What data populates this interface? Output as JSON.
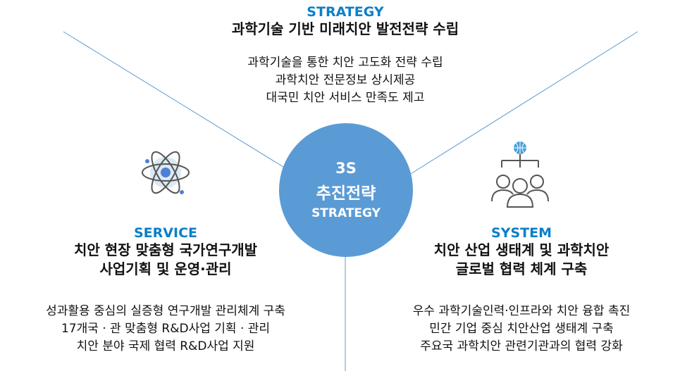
{
  "strategy": {
    "heading": "STRATEGY",
    "title": "과학기술 기반 미래치안 발전전략 수립",
    "items": [
      "과학기술을 통한 치안 고도화 전략 수립",
      "과학치안 전문정보 상시제공",
      "대국민 치안 서비스 만족도 제고"
    ]
  },
  "service": {
    "heading": "SERVICE",
    "title_lines": [
      "치안 현장 맞춤형 국가연구개발",
      "사업기획 및 운영·관리"
    ],
    "items": [
      "성과활용 중심의 실증형 연구개발 관리체계 구축",
      "17개국 · 관 맞춤형 R&D사업 기획 · 관리",
      "치안 분야 국제 협력 R&D사업 지원"
    ]
  },
  "system": {
    "heading": "SYSTEM",
    "title_lines": [
      "치안 산업 생태계 및 과학치안",
      "글로벌 협력 체계 구축"
    ],
    "items": [
      "우수 과학기술인력·인프라와 치안 융합 촉진",
      "민간 기업 중심 치안산업 생태계 구축",
      "주요국 과학치안 관련기관과의 협력 강화"
    ]
  },
  "center": {
    "line1": "3S",
    "line2": "추진전략",
    "line3": "STRATEGY"
  },
  "colors": {
    "accent": "#0a7fc9",
    "circle": "#5b9bd5",
    "line": "#5b9bd5"
  }
}
